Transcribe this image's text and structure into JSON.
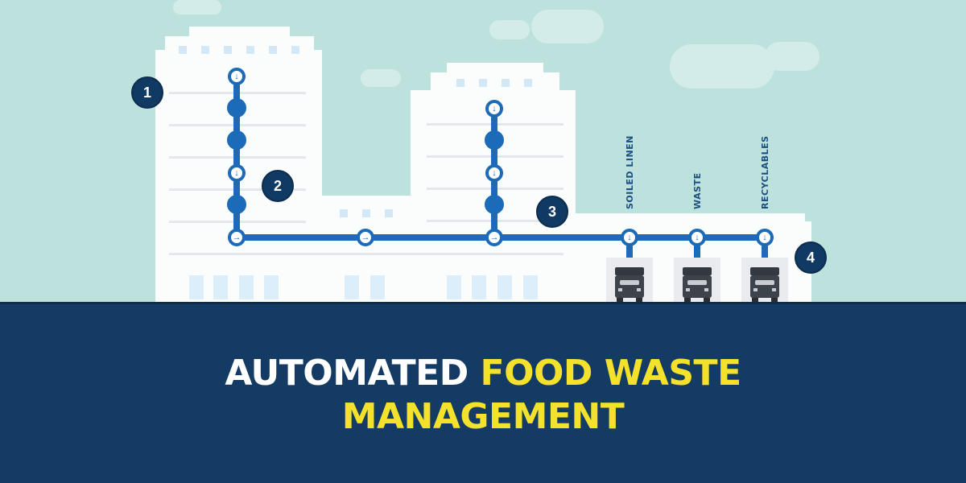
{
  "title": {
    "line1_white": "AUTOMATED ",
    "line1_yellow": "FOOD WASTE",
    "line2_yellow": "MANAGEMENT"
  },
  "steps": [
    {
      "number": "1"
    },
    {
      "number": "2"
    },
    {
      "number": "3"
    },
    {
      "number": "4"
    }
  ],
  "destinations": [
    {
      "label": "SOILED LINEN",
      "icon": "truck-icon"
    },
    {
      "label": "WASTE",
      "icon": "truck-icon"
    },
    {
      "label": "RECYCLABLES",
      "icon": "truck-icon"
    }
  ],
  "colors": {
    "sky": "#bde2de",
    "ground": "#143b63",
    "pipe": "#1b6bb8",
    "step_badge": "#103a63",
    "title_white": "#ffffff",
    "title_yellow": "#f4e12c"
  }
}
